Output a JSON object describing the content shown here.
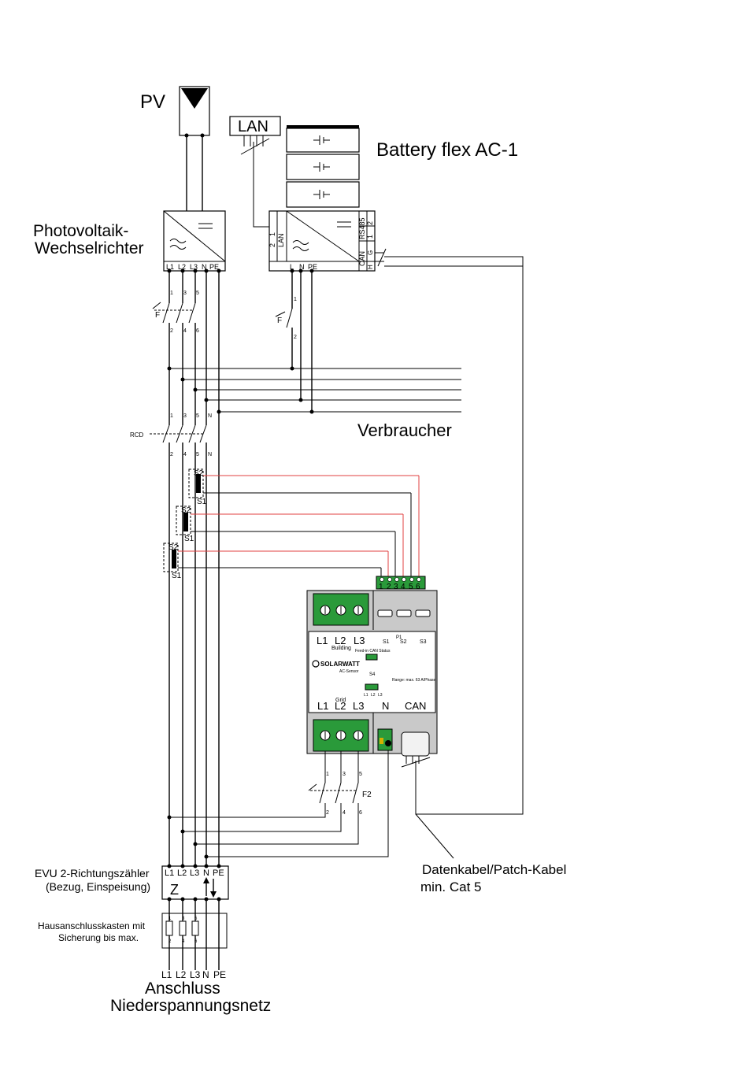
{
  "pv": {
    "label": "PV"
  },
  "lan": {
    "label": "LAN"
  },
  "battery": {
    "title": "Battery flex AC-1",
    "port_lan": "LAN",
    "port_lan_1": "1",
    "port_lan_2": "2",
    "port_rs485": "RS485",
    "port_rs485_1": "1",
    "port_rs485_2": "2",
    "port_can": "CAN",
    "port_can_h": "H",
    "port_can_g": "G",
    "term_l": "L",
    "term_n": "N",
    "term_pe": "PE"
  },
  "inverter": {
    "title_line1": "Photovoltaik-",
    "title_line2": "Wechselrichter",
    "terms": [
      "L1",
      "L2",
      "L3",
      "N",
      "PE"
    ]
  },
  "fuse_f": {
    "label": "F",
    "top_nums": [
      "1",
      "3",
      "5"
    ],
    "bottom_nums": [
      "2",
      "4",
      "6"
    ]
  },
  "fuse_bat": {
    "label": "F",
    "top": "1",
    "bottom": "2"
  },
  "rcd": {
    "label": "RCD",
    "top_nums": [
      "1",
      "3",
      "5",
      "N"
    ],
    "bottom_nums": [
      "2",
      "4",
      "5",
      "N"
    ]
  },
  "consumers": {
    "label": "Verbraucher"
  },
  "ct": {
    "s2": "S2",
    "s1": "S1"
  },
  "sensor_terminal": {
    "numbers": [
      "1",
      "2",
      "3",
      "4",
      "5",
      "6"
    ]
  },
  "meter": {
    "top_labels": [
      "L1",
      "L2",
      "L3"
    ],
    "building": "Building",
    "s_labels": [
      "S1",
      "S2",
      "S3"
    ],
    "p1": "P1",
    "feed_in": "Feed-in CAN Status",
    "brand": "SOLARWATT",
    "model": "AC-Sensor",
    "range": "Range: max. 63 A/Phase",
    "s4": "S4",
    "s4_terms": [
      "L1",
      "L2",
      "L3"
    ],
    "grid": "Grid",
    "bottom_labels": [
      "L1",
      "L2",
      "L3",
      "N",
      "CAN"
    ]
  },
  "fuse_f2": {
    "label": "F2",
    "top_nums": [
      "1",
      "3",
      "5"
    ],
    "bottom_nums": [
      "2",
      "4",
      "6"
    ]
  },
  "data_cable": {
    "line1": "Datenkabel/Patch-Kabel",
    "line2": "min. Cat 5"
  },
  "evu": {
    "line1": "EVU 2-Richtungszähler",
    "line2": "(Bezug, Einspeisung)",
    "terms": [
      "L1",
      "L2",
      "L3",
      "N",
      "PE"
    ],
    "symbol": "Z"
  },
  "hak": {
    "line1": "Hausanschlusskasten mit",
    "line2": "Sicherung bis max.",
    "top_nums": [
      "1",
      "3",
      "5"
    ],
    "bottom_nums": [
      "2",
      "4",
      "6"
    ]
  },
  "grid_conn": {
    "terms": [
      "L1",
      "L2",
      "L3",
      "N",
      "PE"
    ],
    "line1": "Anschluss",
    "line2": "Niederspannungsnetz"
  }
}
